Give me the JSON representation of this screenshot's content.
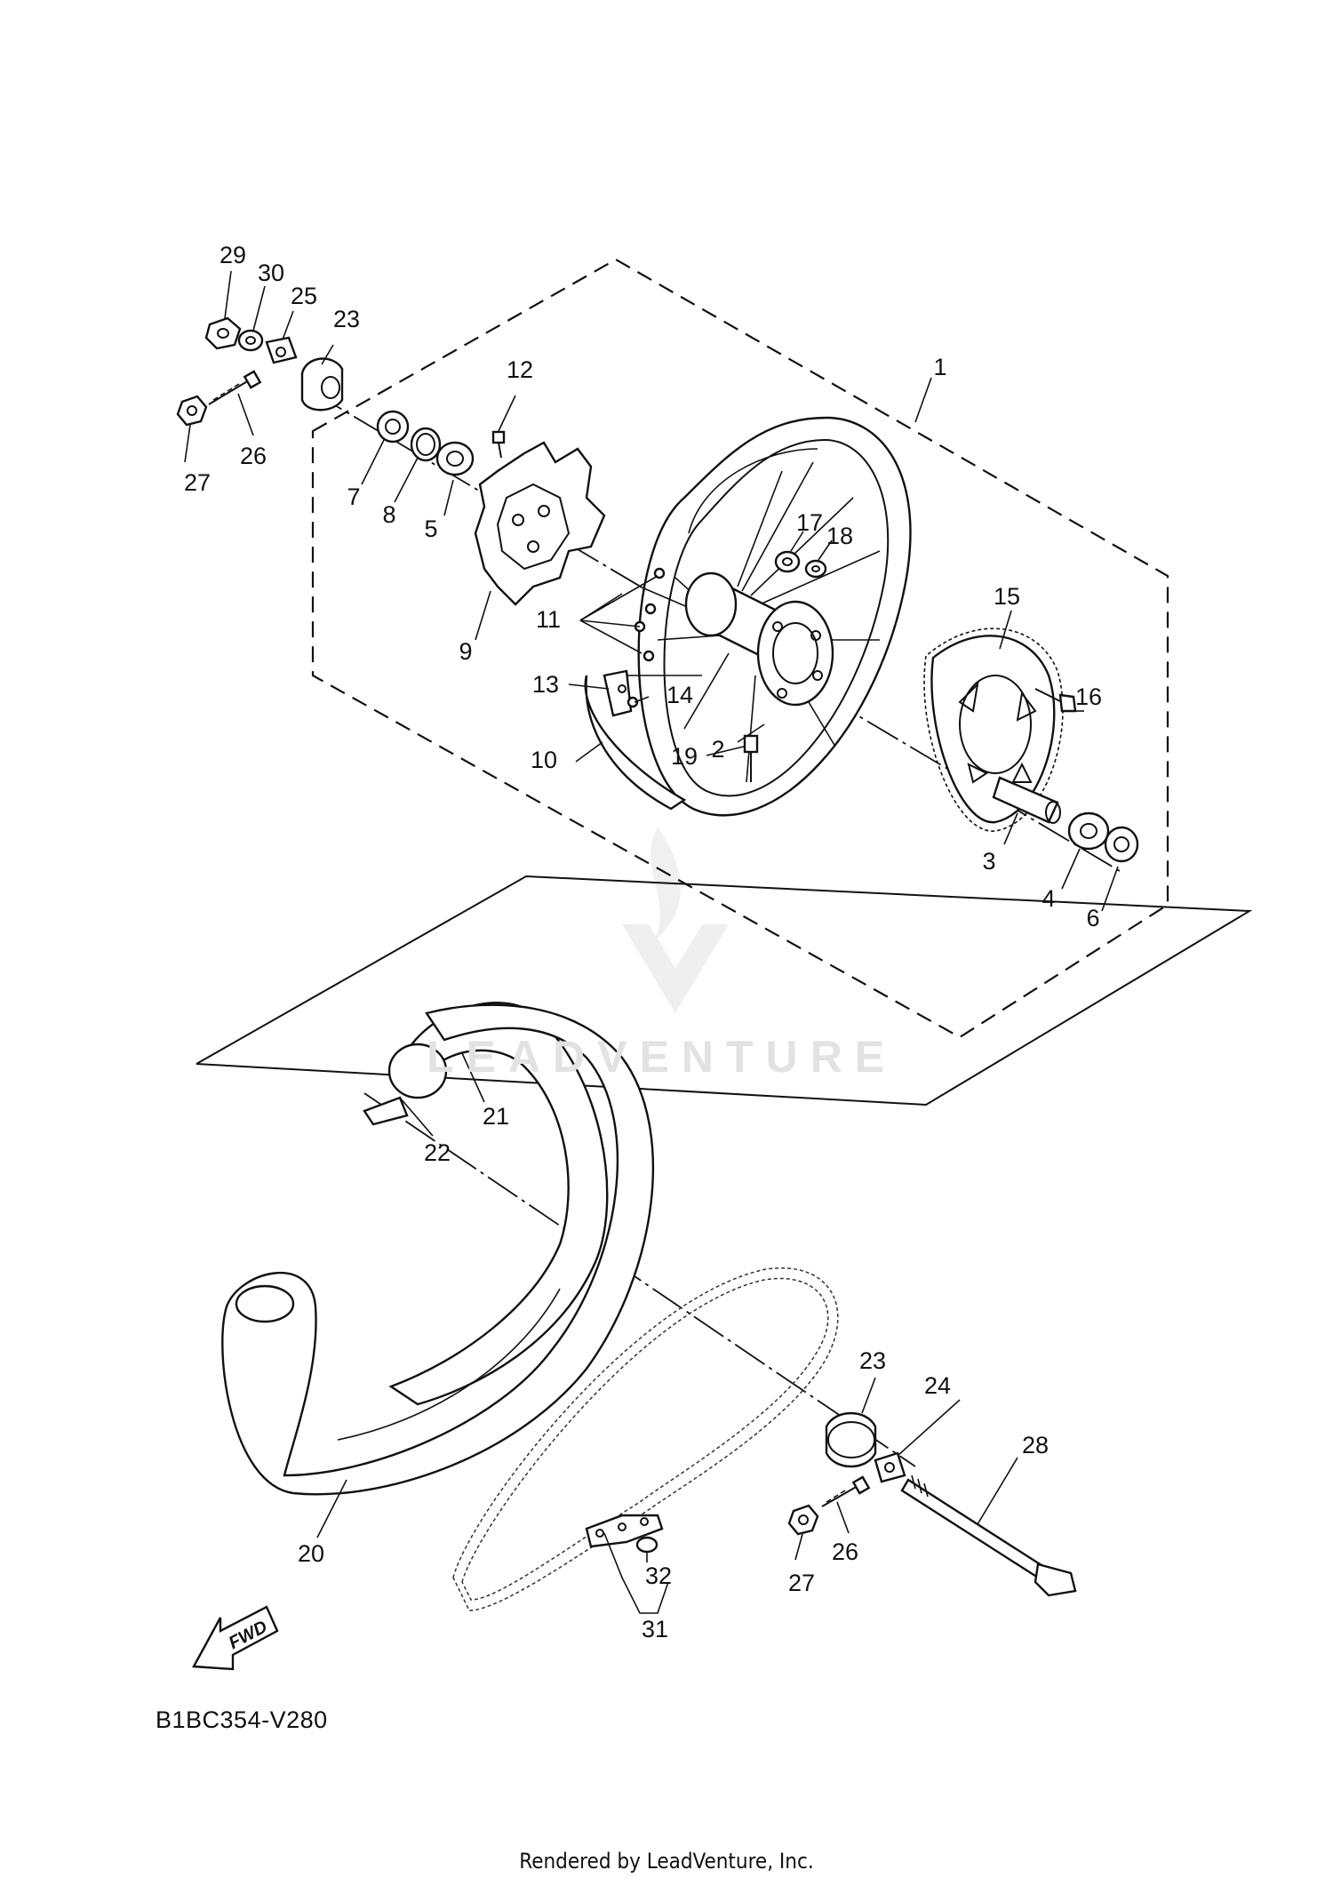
{
  "diagram": {
    "code": "B1BC354-V280",
    "footer": "Rendered by LeadVenture, Inc.",
    "watermark": "LEADVENTURE",
    "fwd_label": "FWD"
  },
  "callouts": [
    "1",
    "2",
    "3",
    "4",
    "5",
    "6",
    "7",
    "8",
    "9",
    "10",
    "11",
    "12",
    "13",
    "14",
    "15",
    "16",
    "17",
    "18",
    "19",
    "20",
    "21",
    "22",
    "23",
    "23",
    "24",
    "25",
    "26",
    "26",
    "27",
    "27",
    "28",
    "29",
    "30",
    "31",
    "32"
  ]
}
